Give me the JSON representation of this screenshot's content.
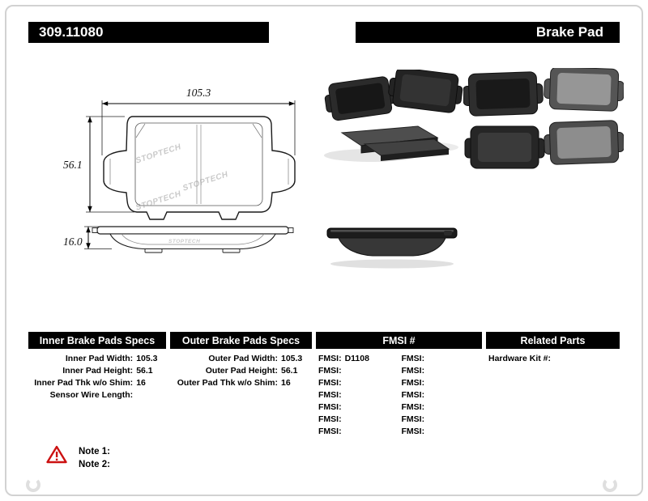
{
  "header": {
    "part_number": "309.11080",
    "product_type": "Brake Pad"
  },
  "diagram": {
    "width_label": "105.3",
    "height_label": "56.1",
    "thickness_label": "16.0",
    "watermark": "STOPTECH"
  },
  "photos": {
    "angled_group": "brake-pads-angled-photo",
    "front_back_group": "brake-pads-front-back-photo",
    "side_view": "brake-pad-side-photo"
  },
  "specs": {
    "inner": {
      "header": "Inner Brake Pads Specs",
      "rows": [
        {
          "label": "Inner Pad Width:",
          "value": "105.3"
        },
        {
          "label": "Inner Pad Height:",
          "value": "56.1"
        },
        {
          "label": "Inner Pad Thk w/o Shim:",
          "value": "16"
        },
        {
          "label": "Sensor Wire Length:",
          "value": ""
        }
      ]
    },
    "outer": {
      "header": "Outer Brake Pads Specs",
      "rows": [
        {
          "label": "Outer Pad Width:",
          "value": "105.3"
        },
        {
          "label": "Outer Pad Height:",
          "value": "56.1"
        },
        {
          "label": "Outer Pad Thk w/o Shim:",
          "value": "16"
        }
      ]
    },
    "fmsi": {
      "header": "FMSI #",
      "col1": [
        {
          "label": "FMSI:",
          "value": "D1108"
        },
        {
          "label": "FMSI:",
          "value": ""
        },
        {
          "label": "FMSI:",
          "value": ""
        },
        {
          "label": "FMSI:",
          "value": ""
        },
        {
          "label": "FMSI:",
          "value": ""
        },
        {
          "label": "FMSI:",
          "value": ""
        },
        {
          "label": "FMSI:",
          "value": ""
        }
      ],
      "col2": [
        {
          "label": "FMSI:",
          "value": ""
        },
        {
          "label": "FMSI:",
          "value": ""
        },
        {
          "label": "FMSI:",
          "value": ""
        },
        {
          "label": "FMSI:",
          "value": ""
        },
        {
          "label": "FMSI:",
          "value": ""
        },
        {
          "label": "FMSI:",
          "value": ""
        },
        {
          "label": "FMSI:",
          "value": ""
        }
      ]
    },
    "related": {
      "header": "Related Parts",
      "rows": [
        {
          "label": "Hardware Kit #:",
          "value": ""
        }
      ]
    }
  },
  "notes": {
    "items": [
      "Note 1:",
      "Note 2:"
    ]
  }
}
